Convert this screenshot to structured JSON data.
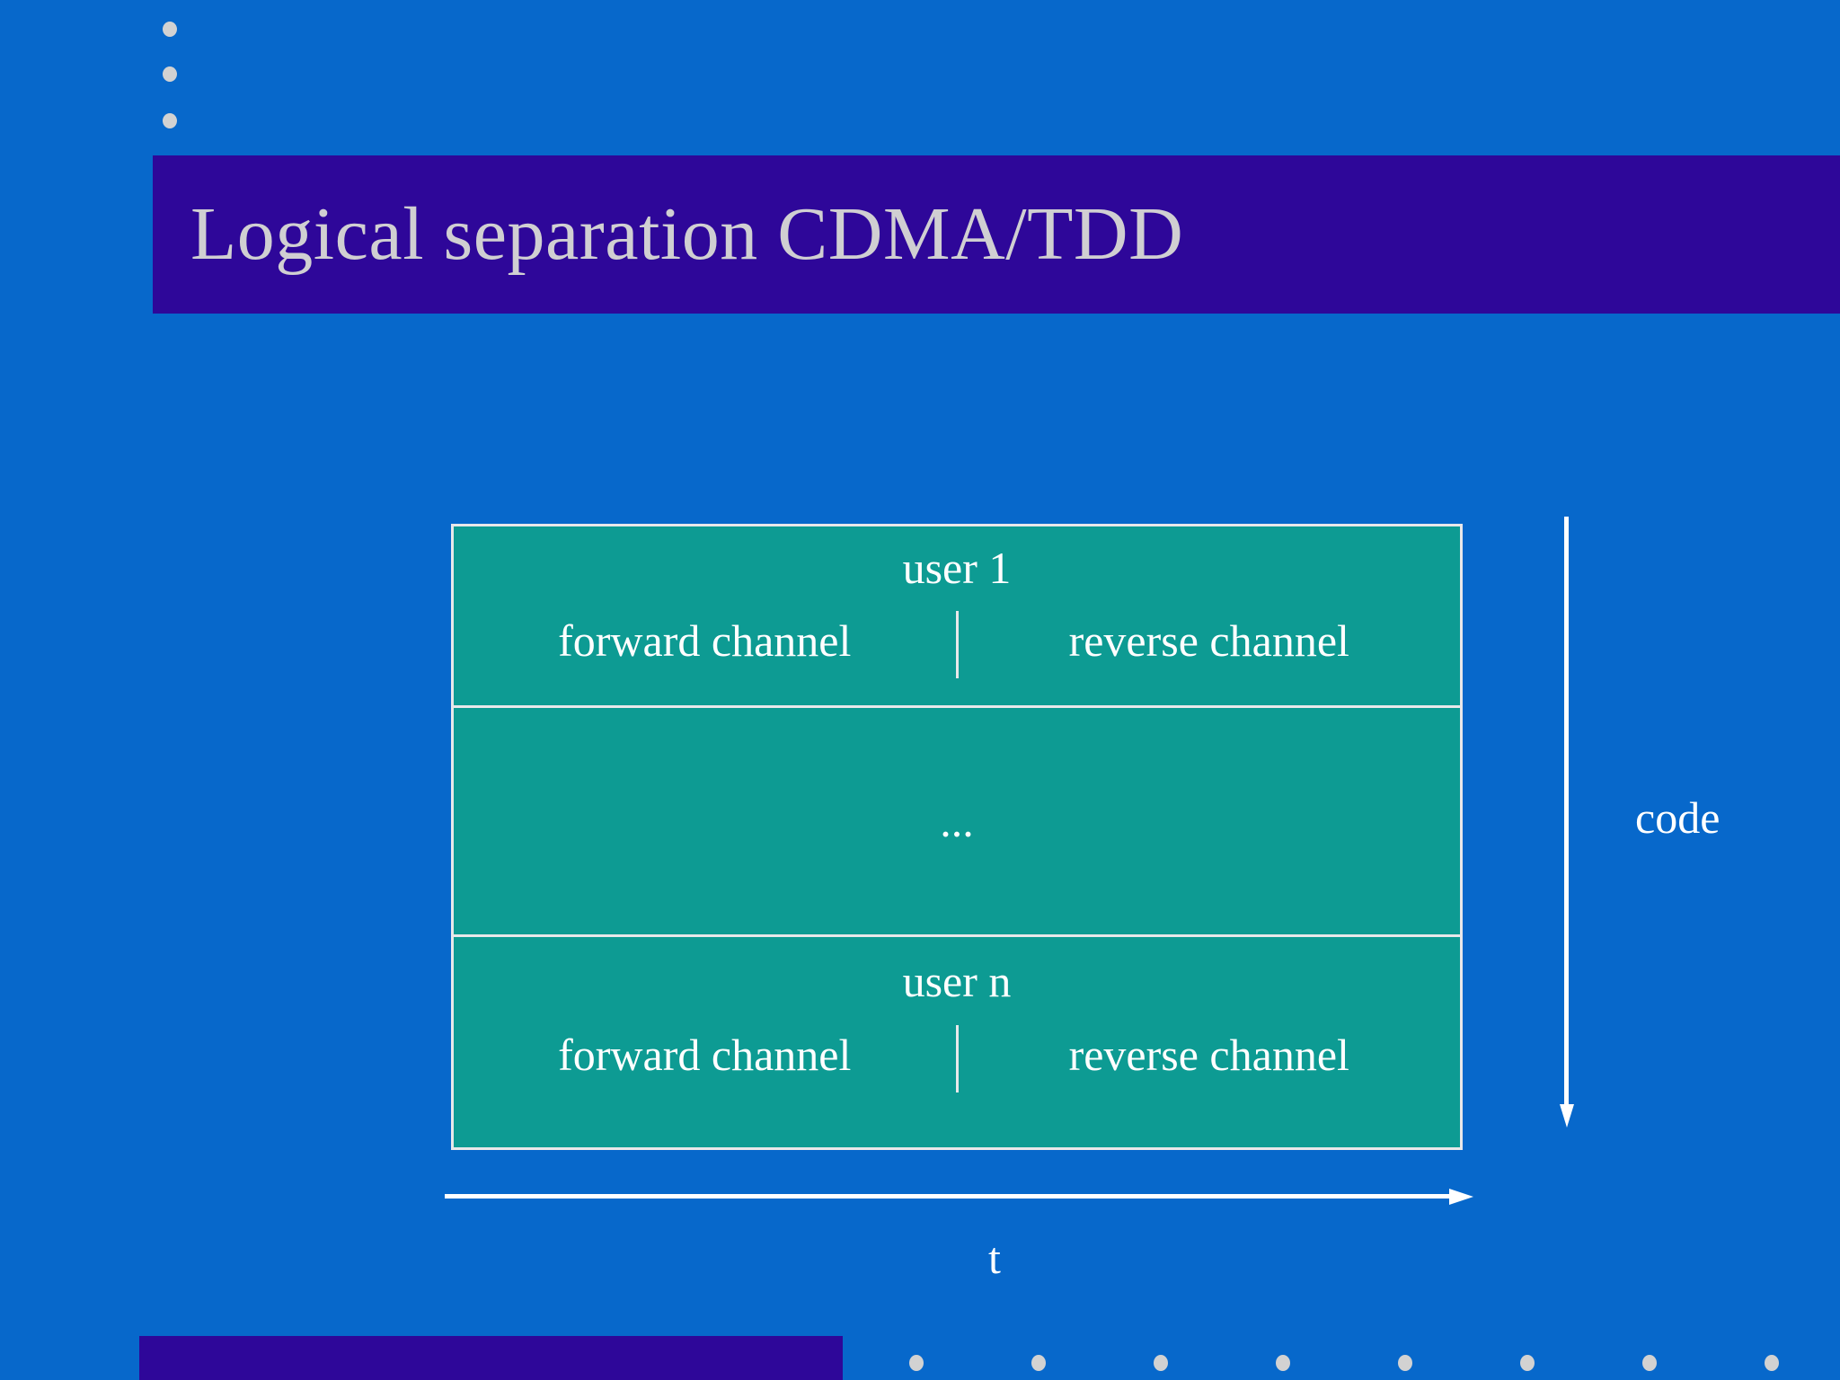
{
  "slide": {
    "title": "Logical separation CDMA/TDD",
    "colors": {
      "background": "#0768CB",
      "title_bar": "#2E0799",
      "title_text": "#D0CFD2",
      "table_fill": "#0D9B93",
      "table_border": "#E8E8EA",
      "table_text": "#FFFFFF",
      "axis": "#FFFFFF",
      "dot": "#D2D2D2"
    },
    "top_bullets": [
      {
        "name": "bullet-dot-1"
      },
      {
        "name": "bullet-dot-2"
      },
      {
        "name": "bullet-dot-3"
      }
    ],
    "diagram": {
      "rows": [
        {
          "user": "user 1",
          "forward": "forward channel",
          "reverse": "reverse channel"
        },
        {
          "ellipsis": "..."
        },
        {
          "user": "user n",
          "forward": "forward channel",
          "reverse": "reverse channel"
        }
      ],
      "vertical_axis": {
        "label": "code",
        "direction": "down"
      },
      "horizontal_axis": {
        "label": "t",
        "direction": "right"
      }
    },
    "footer": {
      "dot_count": 8
    }
  }
}
